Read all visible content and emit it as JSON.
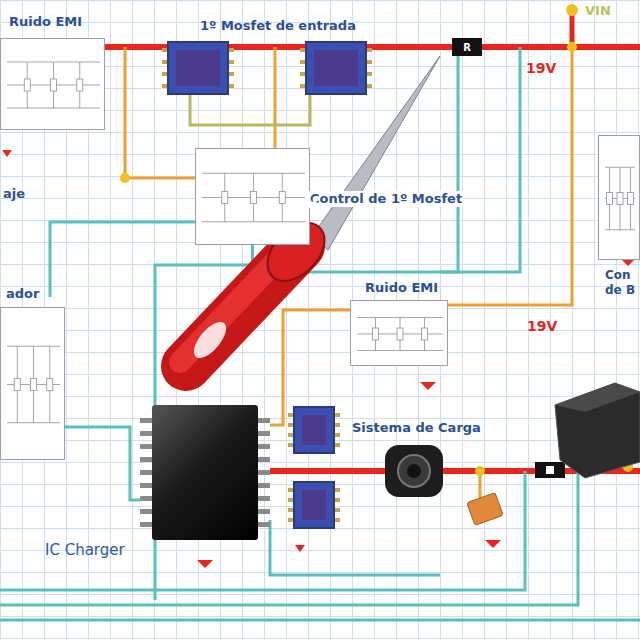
{
  "diagram": {
    "nodes": [
      {
        "text": [
          "Ruido EMI"
        ]
      },
      {
        "text": [
          "Control de 1º Mosfet"
        ]
      },
      {
        "text": [
          "Ruido EMI"
        ]
      },
      {
        "text": [
          "ador"
        ]
      },
      {
        "text": [
          "Con de B"
        ]
      },
      {
        "text": [
          "IC Charger"
        ]
      },
      {
        "text": [
          "Sistema de Carga"
        ]
      },
      {
        "text": [
          "R"
        ]
      }
    ],
    "edges": [
      {
        "from": 7,
        "to": 1,
        "arrow": "none"
      },
      {
        "from": 2,
        "to": 5,
        "arrow": "none"
      },
      {
        "from": 3,
        "to": 5,
        "arrow": "none"
      },
      {
        "from": 5,
        "to": 6,
        "arrow": "none"
      }
    ],
    "labels": [
      "1º Mosfet de entrada",
      "aje",
      "VIN",
      "19V",
      "19V",
      "+"
    ]
  }
}
